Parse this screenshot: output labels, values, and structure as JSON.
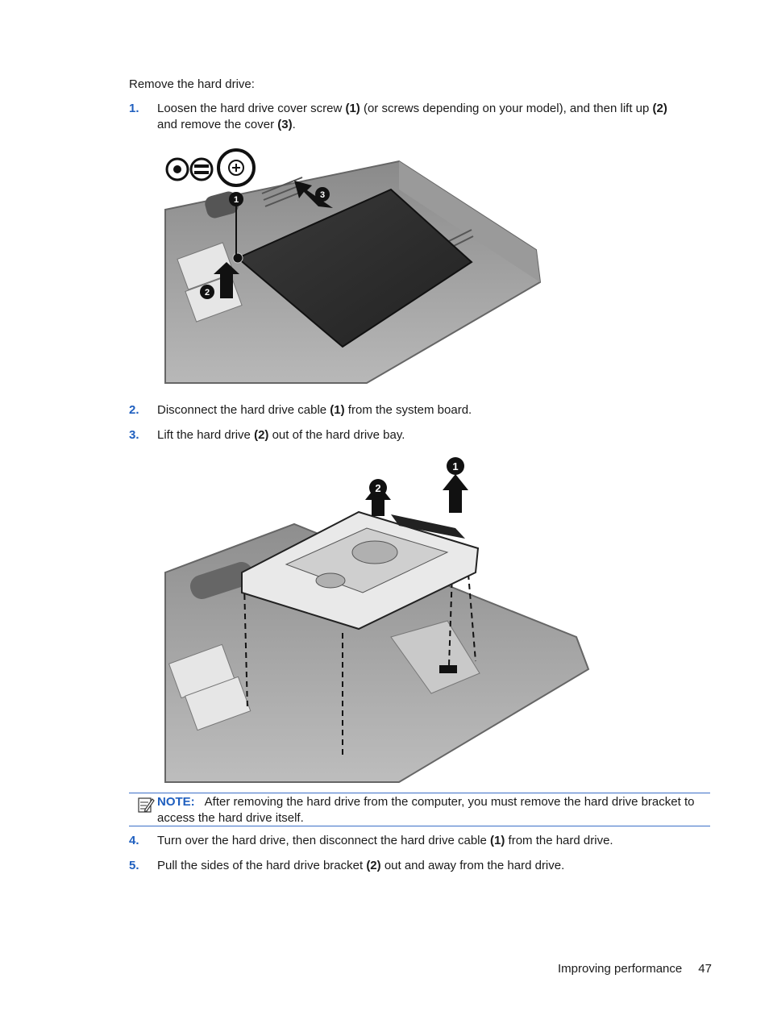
{
  "intro": "Remove the hard drive:",
  "steps": [
    {
      "num": "1.",
      "pre": "Loosen the hard drive cover screw ",
      "b1": "(1)",
      "mid1": " (or screws depending on your model), and then lift up ",
      "b2": "(2)",
      "mid2": " and remove the cover ",
      "b3": "(3)",
      "post": "."
    },
    {
      "num": "2.",
      "pre": "Disconnect the hard drive cable ",
      "b1": "(1)",
      "post": " from the system board."
    },
    {
      "num": "3.",
      "pre": "Lift the hard drive ",
      "b1": "(2)",
      "post": " out of the hard drive bay."
    },
    {
      "num": "4.",
      "pre": "Turn over the hard drive, then disconnect the hard drive cable ",
      "b1": "(1)",
      "post": " from the hard drive."
    },
    {
      "num": "5.",
      "pre": "Pull the sides of the hard drive bracket ",
      "b1": "(2)",
      "post": " out and away from the hard drive."
    }
  ],
  "figure1": {
    "callouts": [
      "1",
      "2",
      "3"
    ]
  },
  "figure2": {
    "callouts": [
      "1",
      "2"
    ]
  },
  "note": {
    "label": "NOTE:",
    "text": "After removing the hard drive from the computer, you must remove the hard drive bracket to access the hard drive itself."
  },
  "footer": {
    "section": "Improving performance",
    "page": "47"
  }
}
